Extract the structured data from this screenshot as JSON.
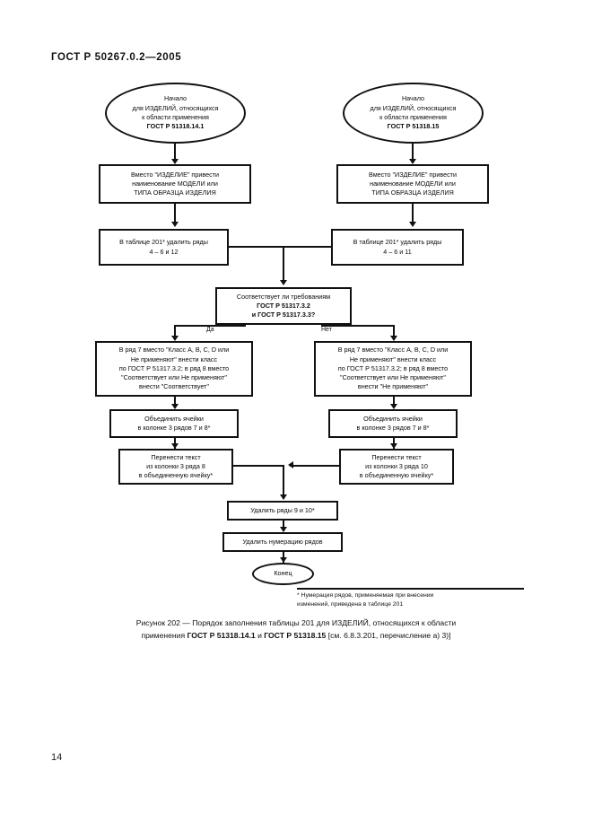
{
  "document": {
    "header": "ГОСТ Р 50267.0.2—2005",
    "page_number": "14"
  },
  "flowchart": {
    "start_left": {
      "line1": "Начало",
      "line2": "для ИЗДЕЛИЙ, относящихся",
      "line3": "к области применения",
      "line4": "ГОСТ Р 51318.14.1"
    },
    "start_right": {
      "line1": "Начало",
      "line2": "для ИЗДЕЛИЙ, относящихся",
      "line3": "к области применения",
      "line4": "ГОСТ Р 51318.15"
    },
    "rename_left": {
      "line1": "Вместо \"ИЗДЕЛИЕ\" привести",
      "line2": "наименование МОДЕЛИ или",
      "line3": "ТИПА ОБРАЗЦА ИЗДЕЛИЯ"
    },
    "rename_right": {
      "line1": "Вместо \"ИЗДЕЛИЕ\" привести",
      "line2": "наименование МОДЕЛИ или",
      "line3": "ТИПА ОБРАЗЦА ИЗДЕЛИЯ"
    },
    "delete_rows_left": {
      "line1": "В таблице 201* удалить ряды",
      "line2": "4 – 6 и 12"
    },
    "delete_rows_right": {
      "line1": "В таблице 201* удалить ряды",
      "line2": "4 – 6 и 11"
    },
    "decision": {
      "line1": "Соответствует ли требованиям",
      "line2": "ГОСТ Р 51317.3.2",
      "line3": "и ГОСТ Р 51317.3.3?",
      "yes_label": "Да",
      "no_label": "Нет"
    },
    "class_yes": {
      "line1": "В ряд 7 вместо \"Класс A, B, C, D или",
      "line2": "Не применяют\" внести класс",
      "line3": "по ГОСТ Р 51317.3.2; в ряд 8 вместо",
      "line4": "\"Соответствует или Не применяют\"",
      "line5": "внести \"Соответствует\""
    },
    "class_no": {
      "line1": "В ряд 7 вместо \"Класс A, B, C, D или",
      "line2": "Не применяют\" внести класс",
      "line3": "по ГОСТ Р 51317.3.2; в ряд 8 вместо",
      "line4": "\"Соответствует или Не применяют\"",
      "line5": "внести \"Не применяют\""
    },
    "merge_left": {
      "line1": "Объединить ячейки",
      "line2": "в колонке 3 рядов 7 и 8*"
    },
    "merge_right": {
      "line1": "Объединить ячейки",
      "line2": "в колонке 3 рядов 7 и 8*"
    },
    "move_left": {
      "line1": "Перенести текст",
      "line2": "из колонки 3 ряда 8",
      "line3": "в объединенную ячейку*"
    },
    "move_right": {
      "line1": "Перенести текст",
      "line2": "из колонки 3 ряда 10",
      "line3": "в объединенную ячейку*"
    },
    "delete_9_10": "Удалить ряды 9 и 10*",
    "delete_numbering": "Удалить нумерацию рядов",
    "end": "Конец"
  },
  "footnote": {
    "line1": "* Нумерация рядов, применяемая при внесении",
    "line2": "изменений, приведена в таблице 201"
  },
  "caption": {
    "line1_a": "Рисунок 202 — Порядок заполнения таблицы 201 для ИЗДЕЛИЙ, относящихся к области",
    "line2_a": "применения ",
    "line2_b": "ГОСТ Р 51318.14.1",
    "line2_c": " и ",
    "line2_d": "ГОСТ Р 51318.15",
    "line2_e": " [см. 6.8.3.201, перечисление а) 3)]"
  }
}
